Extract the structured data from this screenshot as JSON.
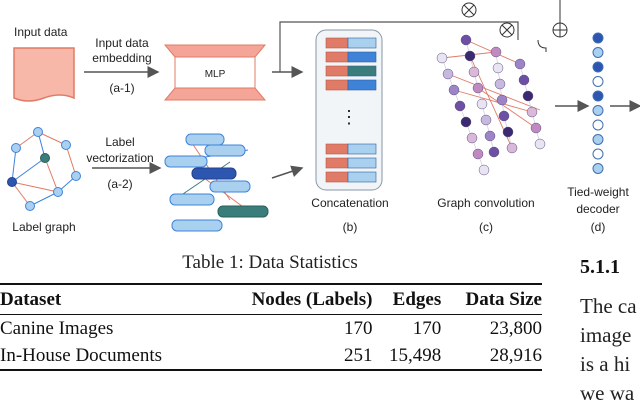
{
  "figure": {
    "input_data": "Input data",
    "input_embedding": [
      "Input data",
      "embedding",
      "(a-1)"
    ],
    "mlp": "MLP",
    "label_vectorization": [
      "Label",
      "vectorization",
      "(a-2)"
    ],
    "label_graph": "Label graph",
    "concatenation": "Concatenation",
    "concat_id": "(b)",
    "graph_convolution": "Graph convolution",
    "gc_id": "(c)",
    "decoder": [
      "Tied-weight",
      "decoder",
      "(d)"
    ],
    "ellipsis": "⋮"
  },
  "table": {
    "caption": "Table 1: Data Statistics",
    "headers": [
      "Dataset",
      "Nodes (Labels)",
      "Edges",
      "Data Size"
    ],
    "rows": [
      [
        "Canine Images",
        "170",
        "170",
        "23,800"
      ],
      [
        "In-House Documents",
        "251",
        "15,498",
        "28,916"
      ]
    ]
  },
  "section": {
    "number": "5.1.1",
    "lines": [
      "The ca",
      "image",
      "is a hi",
      "we wa"
    ]
  },
  "colors": {
    "salmon": "#e07b67",
    "blue": "#3f83d9",
    "teal": "#3a7d7b",
    "lightblue": "#a9d0ef",
    "purple": "#3b2a6f"
  }
}
